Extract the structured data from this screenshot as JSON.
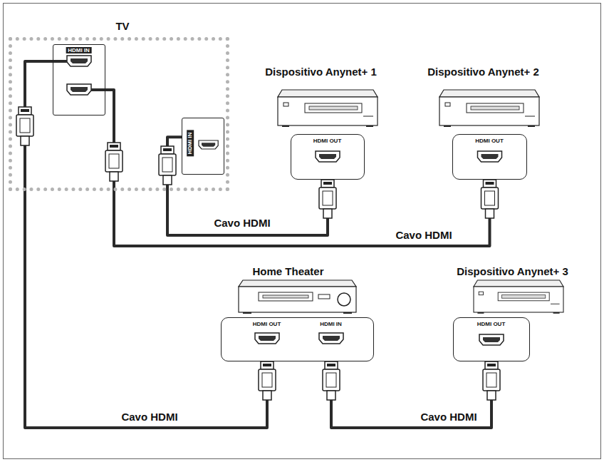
{
  "diagram": {
    "nodes": [
      {
        "text": [
          "TV"
        ]
      },
      {
        "text": [
          "HDMI IN"
        ],
        "in": 0
      },
      {
        "text": [
          "HDMI IN"
        ],
        "in": 0
      },
      {
        "text": [
          "Dispositivo Anynet+ 1",
          "HDMI OUT"
        ]
      },
      {
        "text": [
          "Dispositivo Anynet+ 2",
          "HDMI OUT"
        ]
      },
      {
        "text": [
          "Home Theater",
          "HDMI OUT",
          "HDMI IN"
        ]
      },
      {
        "text": [
          "Dispositivo Anynet+ 3",
          "HDMI OUT"
        ]
      }
    ],
    "edges": [
      {
        "from": 3,
        "to": 2,
        "arrow": "none",
        "label": "Cavo HDMI"
      },
      {
        "from": 4,
        "to": 1,
        "arrow": "none",
        "label": "Cavo HDMI"
      },
      {
        "from": 5,
        "to": 1,
        "arrow": "none",
        "label": "Cavo HDMI"
      },
      {
        "from": 6,
        "to": 5,
        "arrow": "none",
        "label": "Cavo HDMI"
      }
    ]
  }
}
